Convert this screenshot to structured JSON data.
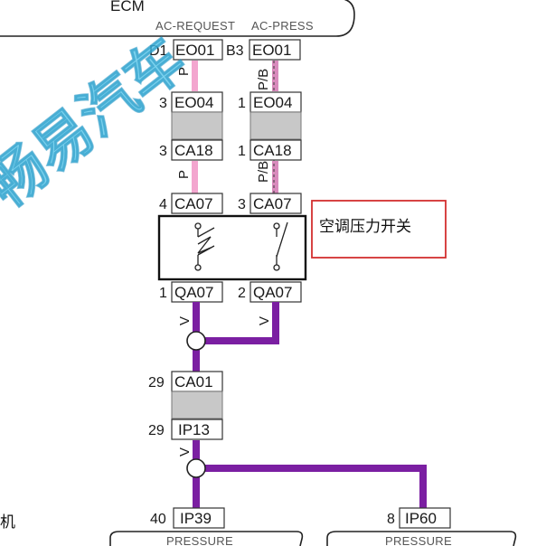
{
  "ecm": {
    "title": "ECM",
    "signals": [
      "AC-REQUEST",
      "AC-PRESS"
    ]
  },
  "watermark": "畅易汽车",
  "connectors": {
    "eo01_left": {
      "pin": "D1",
      "name": "EO01"
    },
    "eo01_right": {
      "pin": "B3",
      "name": "EO01"
    },
    "eo04_left": {
      "pin": "3",
      "name": "EO04"
    },
    "eo04_right": {
      "pin": "1",
      "name": "EO04"
    },
    "ca18_left": {
      "pin": "3",
      "name": "CA18"
    },
    "ca18_right": {
      "pin": "1",
      "name": "CA18"
    },
    "ca07_left": {
      "pin": "4",
      "name": "CA07"
    },
    "ca07_right": {
      "pin": "3",
      "name": "CA07"
    },
    "qa07_left": {
      "pin": "1",
      "name": "QA07"
    },
    "qa07_right": {
      "pin": "2",
      "name": "QA07"
    },
    "ca01": {
      "pin": "29",
      "name": "CA01"
    },
    "ip13": {
      "pin": "29",
      "name": "IP13"
    },
    "ip39": {
      "pin": "40",
      "name": "IP39"
    },
    "ip60": {
      "pin": "8",
      "name": "IP60"
    }
  },
  "wire_colors": {
    "left_upper": "P",
    "right_upper": "P/B",
    "left_mid": "P",
    "right_mid": "P/B",
    "violet_left": "V",
    "violet_right": "V",
    "violet_main": "V"
  },
  "switch_label": "空调压力开关",
  "bottom_labels": [
    "PRESSURE",
    "PRESSURE"
  ],
  "edge_char": "机",
  "colors": {
    "pink_wire": "#f3a6cf",
    "pink_black_wire": "#d98bbd",
    "violet_wire": "#7b1fa2",
    "callout_border": "#d32f2f",
    "watermark": "#4fc3e8"
  }
}
